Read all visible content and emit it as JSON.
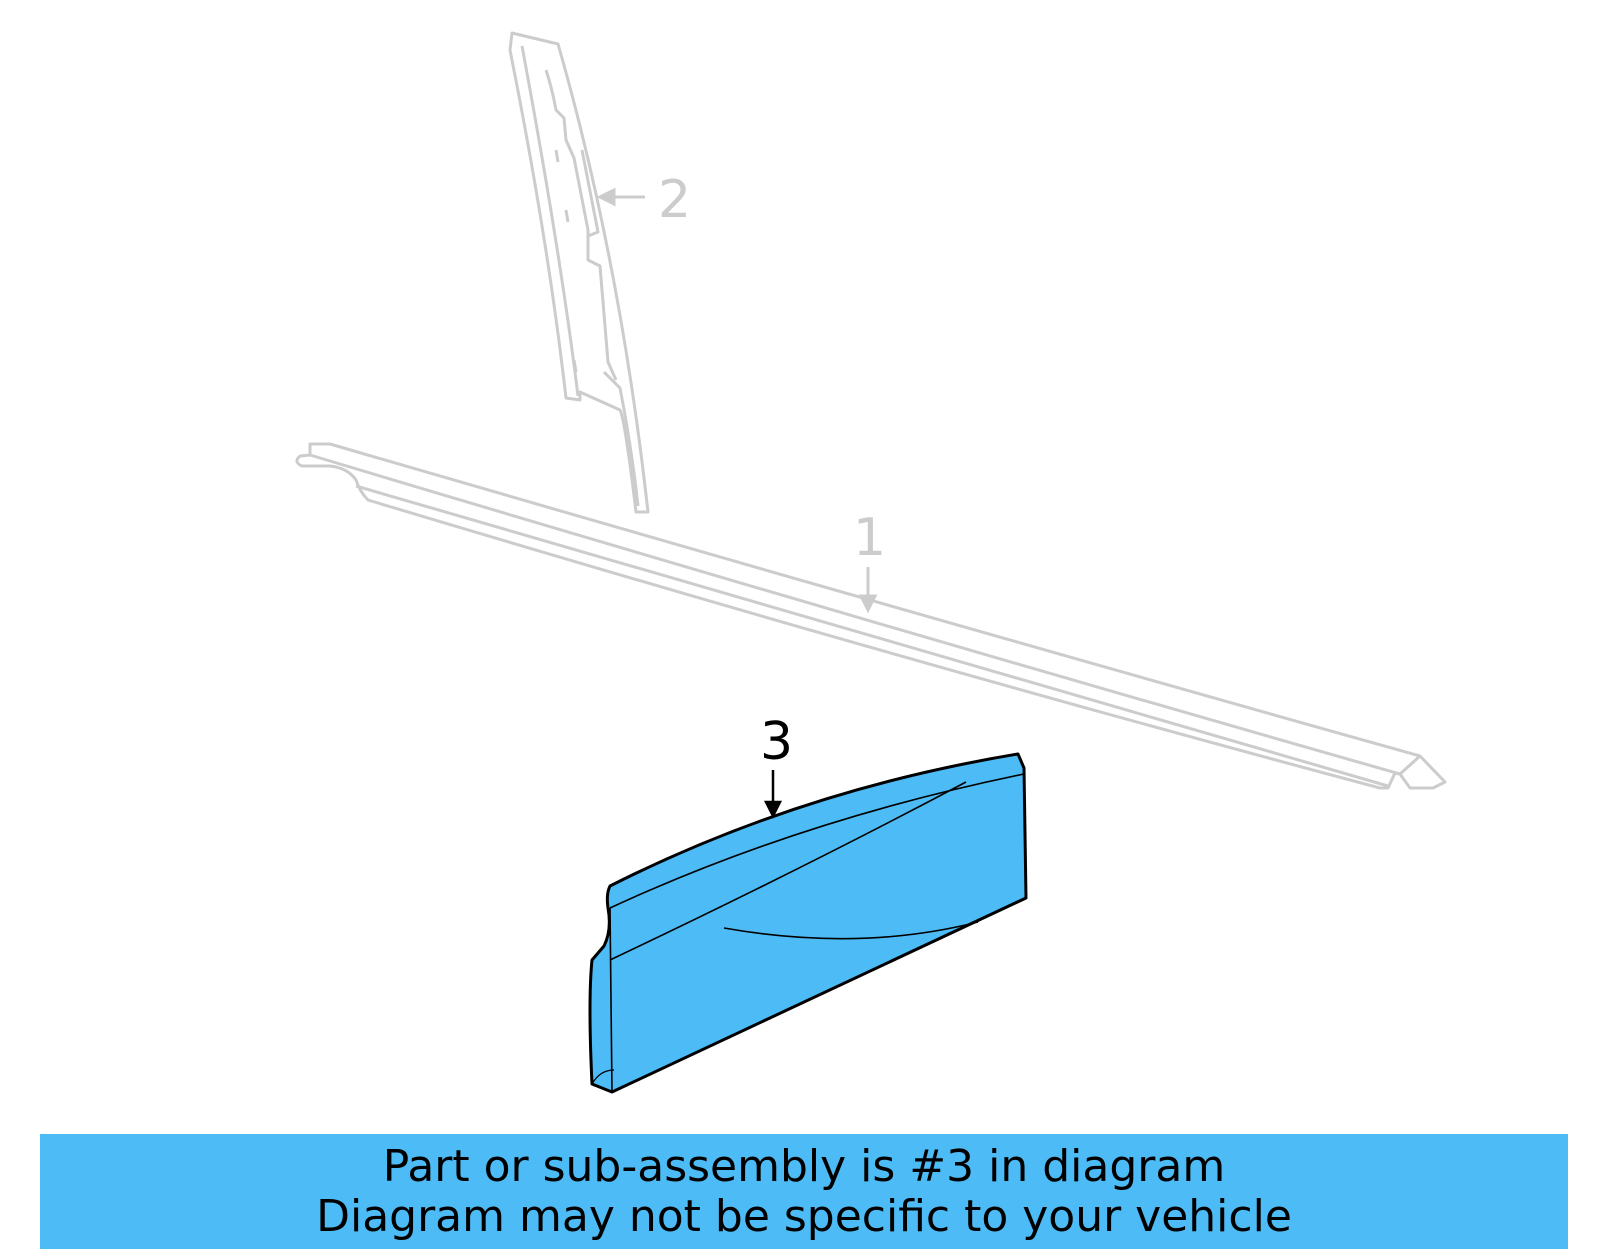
{
  "diagram": {
    "colors": {
      "ghost_line": "#cccccc",
      "highlight_fill": "#4dbbf5",
      "highlight_stroke": "#000000",
      "banner_bg": "#4dbbf5"
    },
    "callouts": [
      {
        "number": "1",
        "part": "rocker-panel",
        "highlighted": false
      },
      {
        "number": "2",
        "part": "pillar-reinforcement",
        "highlighted": false
      },
      {
        "number": "3",
        "part": "panel-sub-assembly",
        "highlighted": true
      }
    ]
  },
  "banner": {
    "line1": "Part or sub-assembly is #3 in diagram",
    "line2": "Diagram may not be specific to your vehicle"
  }
}
